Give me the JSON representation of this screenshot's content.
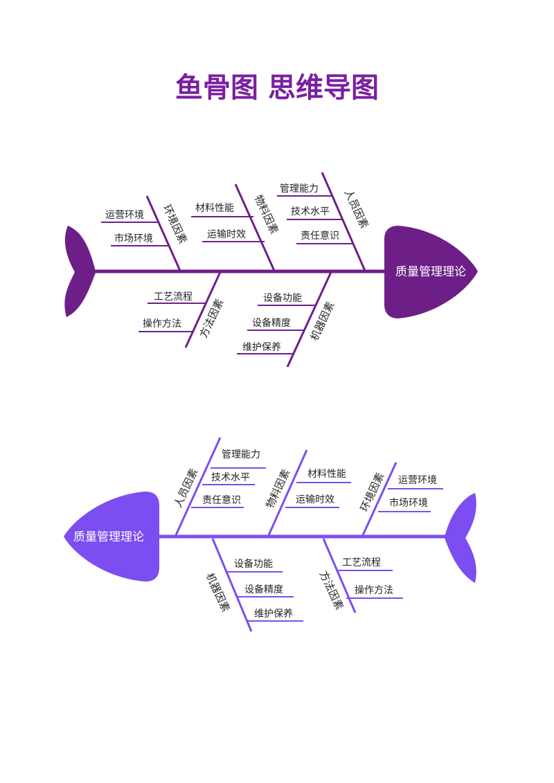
{
  "title": "鱼骨图 思维导图",
  "colors": {
    "title": "#7b1fa2",
    "top": "#6d1f87",
    "bottom": "#7c4df0"
  },
  "diagram_top": {
    "head": "质量管理理论",
    "categories": {
      "env": {
        "label": "环境因素",
        "items": [
          "运营环境",
          "市场环境"
        ]
      },
      "material": {
        "label": "物料因素",
        "items": [
          "材料性能",
          "运输时效"
        ]
      },
      "people": {
        "label": "人员因素",
        "items": [
          "管理能力",
          "技术水平",
          "责任意识"
        ]
      },
      "method": {
        "label": "方法因素",
        "items": [
          "工艺流程",
          "操作方法"
        ]
      },
      "machine": {
        "label": "机器因素",
        "items": [
          "设备功能",
          "设备精度",
          "维护保养"
        ]
      }
    }
  },
  "diagram_bottom": {
    "head": "质量管理理论",
    "categories": {
      "people": {
        "label": "人员因素",
        "items": [
          "管理能力",
          "技术水平",
          "责任意识"
        ]
      },
      "material": {
        "label": "物料因素",
        "items": [
          "材料性能",
          "运输时效"
        ]
      },
      "env": {
        "label": "环境因素",
        "items": [
          "运营环境",
          "市场环境"
        ]
      },
      "machine": {
        "label": "机器因素",
        "items": [
          "设备功能",
          "设备精度",
          "维护保养"
        ]
      },
      "method": {
        "label": "方法因素",
        "items": [
          "工艺流程",
          "操作方法"
        ]
      }
    }
  }
}
